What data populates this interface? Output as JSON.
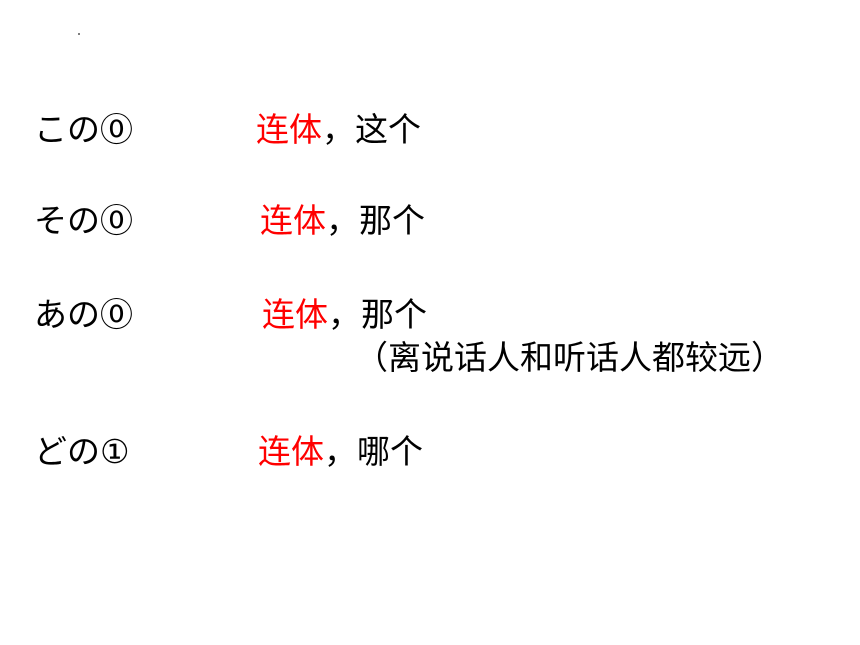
{
  "entries": [
    {
      "word": "この⓪",
      "pos": "连体",
      "sep": "，",
      "meaning": "这个"
    },
    {
      "word": "その⓪",
      "pos": "连体",
      "sep": "，",
      "meaning": "那个"
    },
    {
      "word": "あの⓪",
      "pos": "连体",
      "sep": "，",
      "meaning": "那个",
      "note": "（离说话人和听话人都较远）"
    },
    {
      "word": "どの①",
      "pos": "连体",
      "sep": "，",
      "meaning": "哪个"
    }
  ],
  "colors": {
    "pos": "#ff0000",
    "text": "#000000",
    "background": "#ffffff"
  }
}
